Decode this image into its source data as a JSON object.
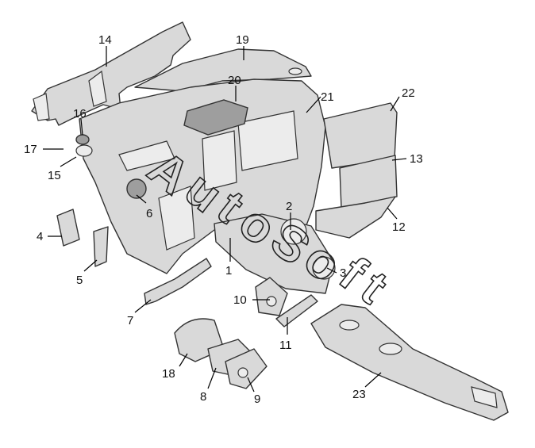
{
  "callouts": {
    "c1": "1",
    "c2": "2",
    "c3": "3",
    "c4": "4",
    "c5": "5",
    "c6": "6",
    "c7": "7",
    "c8": "8",
    "c9": "9",
    "c10": "10",
    "c11": "11",
    "c12": "12",
    "c13": "13",
    "c14": "14",
    "c15": "15",
    "c16": "16",
    "c17": "17",
    "c18": "18",
    "c19": "19",
    "c20": "20",
    "c21": "21",
    "c22": "22",
    "c23": "23"
  },
  "watermark": {
    "w1": "A",
    "w2": "u",
    "w3": "t",
    "w4": "o",
    "w5": "S",
    "w6": "o",
    "w7": "f",
    "w8": "t"
  },
  "colors": {
    "part_fill": "#d9d9d9",
    "outline": "#333333",
    "background": "#ffffff"
  }
}
